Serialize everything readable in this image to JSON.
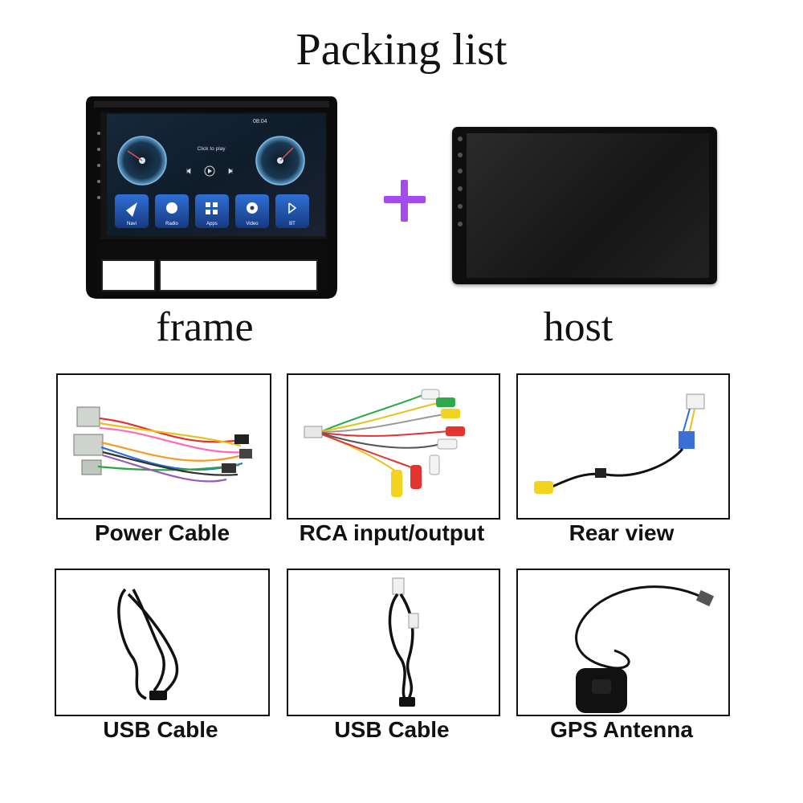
{
  "title": "Packing list",
  "top_items": {
    "frame_label": "frame",
    "host_label": "host",
    "plus_color": "#a24cf0"
  },
  "frame_screen": {
    "time": "08:04",
    "player_text": "Click to play",
    "apps": [
      {
        "label": "Navi",
        "icon": "navigation-icon"
      },
      {
        "label": "Radio",
        "icon": "radio-icon"
      },
      {
        "label": "Apps",
        "icon": "apps-grid-icon"
      },
      {
        "label": "Video",
        "icon": "video-reel-icon"
      },
      {
        "label": "BT",
        "icon": "bluetooth-icon"
      }
    ]
  },
  "accessories": [
    {
      "label": "Power Cable"
    },
    {
      "label": "RCA input/output"
    },
    {
      "label": "Rear view"
    },
    {
      "label": "USB Cable"
    },
    {
      "label": "USB Cable"
    },
    {
      "label": "GPS Antenna"
    }
  ]
}
